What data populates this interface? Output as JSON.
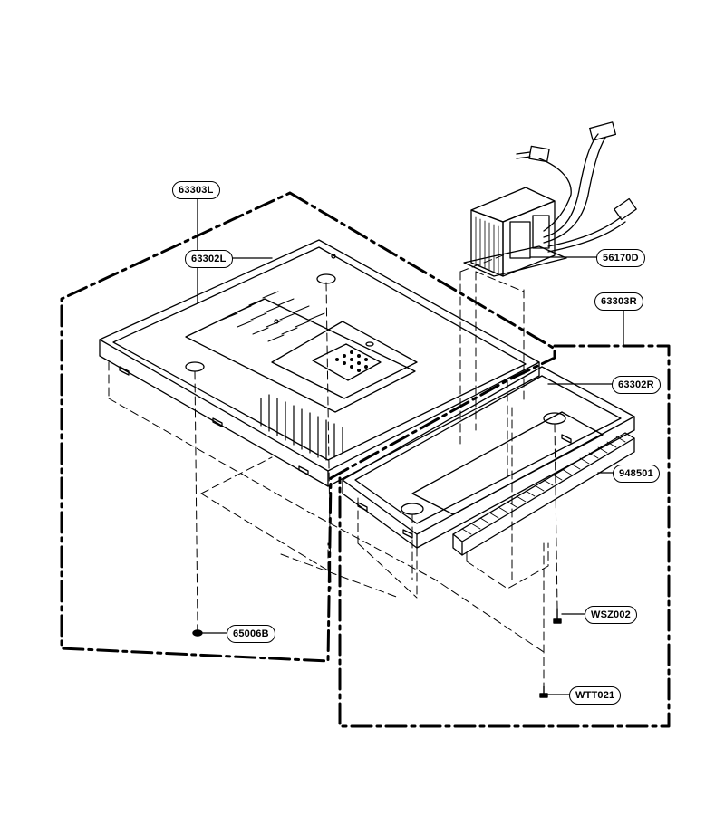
{
  "diagram": {
    "ink_color": "#000000",
    "background_color": "#ffffff",
    "part_labels": {
      "base_plate_left_assembly": "63303L",
      "base_plate_left": "63302L",
      "transformer": "56170D",
      "base_plate_right_assembly": "63303R",
      "base_plate_right": "63302R",
      "gasket_strip": "948501",
      "rubber_foot": "65006B",
      "screw_a": "WSZ002",
      "screw_b": "WTT021"
    }
  }
}
